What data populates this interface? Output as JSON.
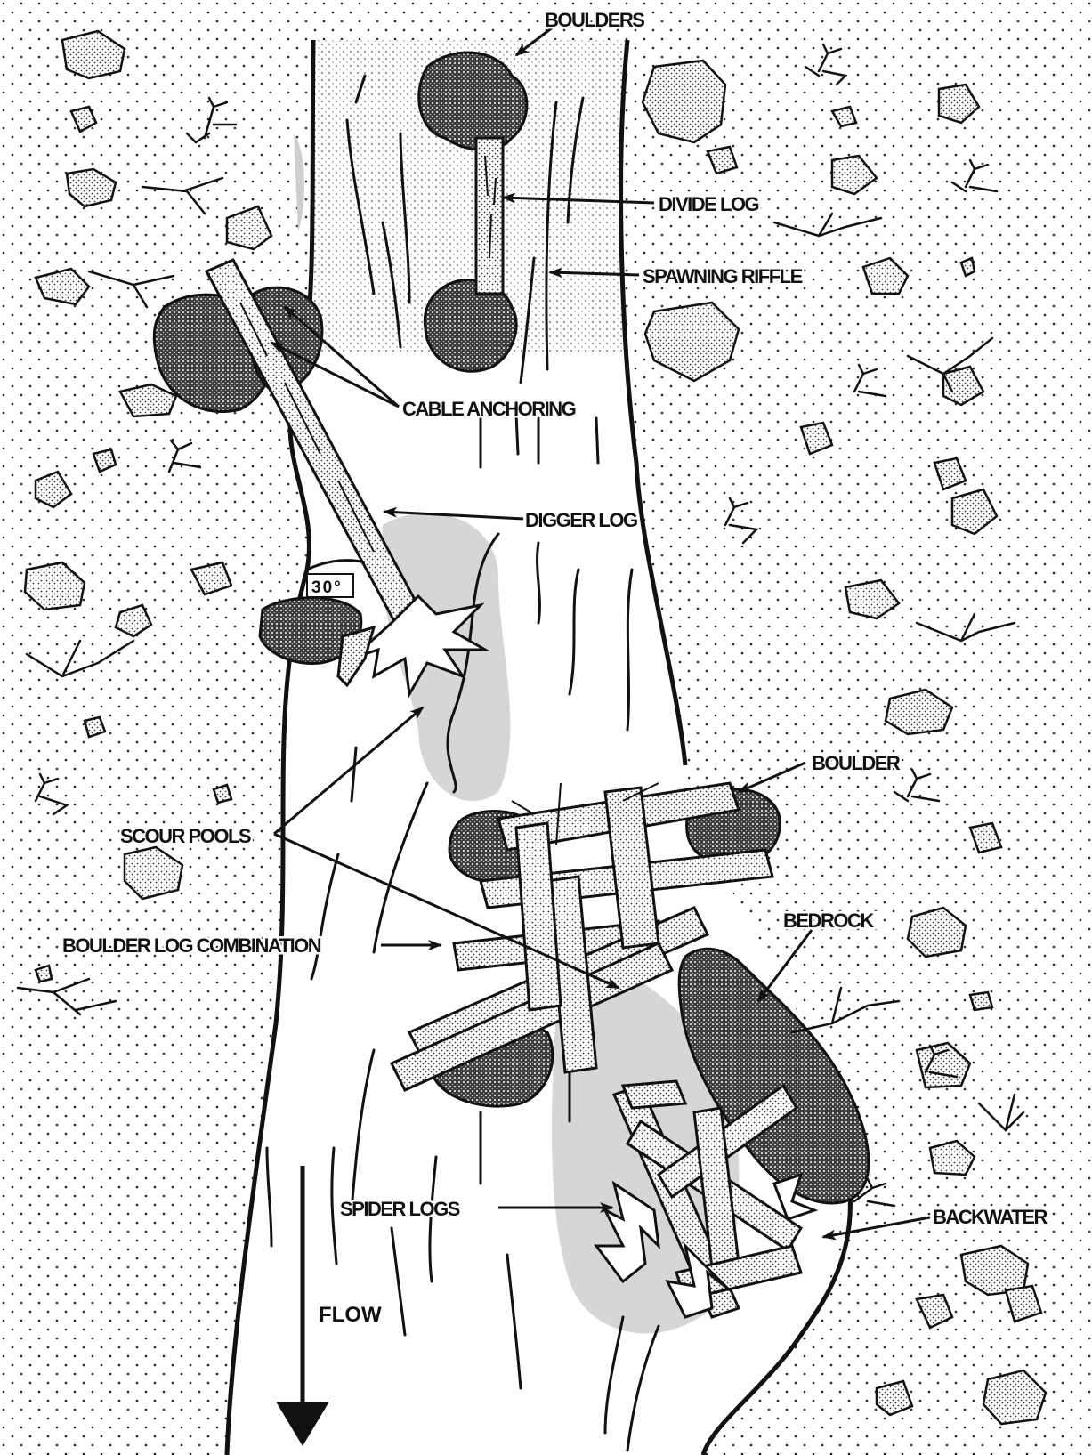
{
  "labels": {
    "boulders": "BOULDERS",
    "divide_log": "DIVIDE LOG",
    "spawning_riffle": "SPAWNING RIFFLE",
    "cable_anchoring": "CABLE ANCHORING",
    "digger_log": "DIGGER LOG",
    "angle": "30°",
    "boulder": "BOULDER",
    "scour_pools": "SCOUR POOLS",
    "bedrock": "BEDROCK",
    "boulder_log_combination": "BOULDER LOG COMBINATION",
    "spider_logs": "SPIDER LOGS",
    "backwater": "BACKWATER",
    "flow": "FLOW"
  },
  "colors": {
    "ink": "#111111",
    "paper": "#ffffff",
    "pool_shade": "#c9c9c9",
    "boulder_fill": "#4a4a4a"
  }
}
